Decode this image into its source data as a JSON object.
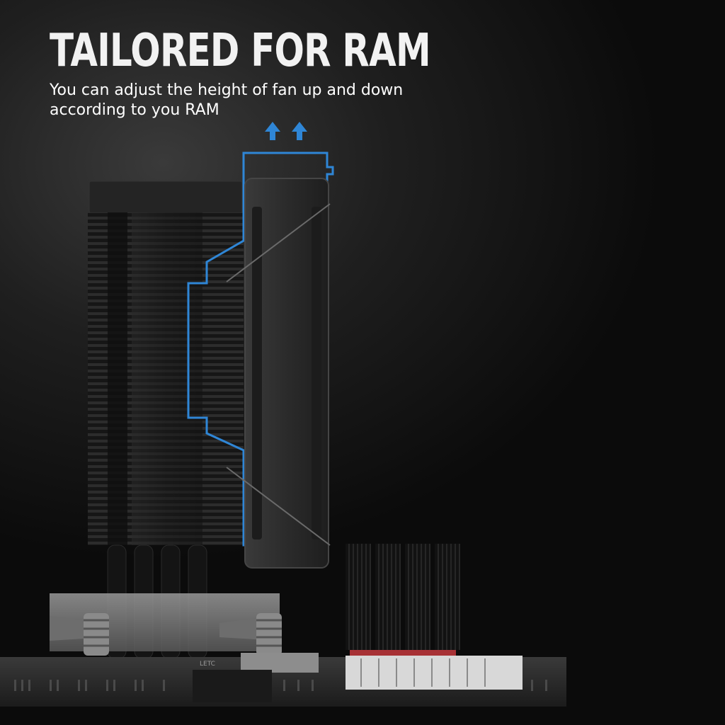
{
  "header": {
    "title": "TAILORED FOR RAM",
    "subtitle_line1": "You can adjust the height of fan up and down",
    "subtitle_line2": "according to you RAM"
  },
  "board": {
    "silkscreen_text": "LETC"
  },
  "colors": {
    "accent_blue": "#2f86d6",
    "background": "#111111",
    "heatsink": "#1c1c1c",
    "fan_frame": "#2a2a2a",
    "ram_red": "#b8353a",
    "text": "#ffffff"
  },
  "icons": {
    "fan_move_direction": "arrow-up-icon"
  }
}
